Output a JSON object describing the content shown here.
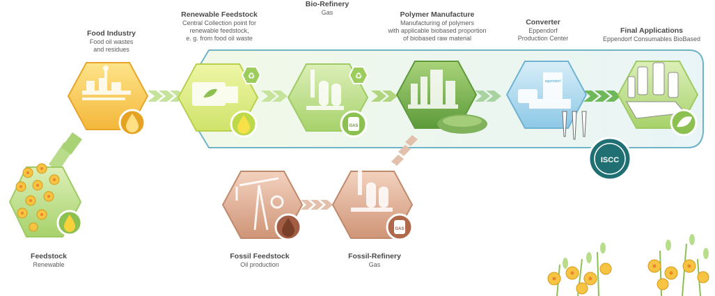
{
  "stages": {
    "feedstock": {
      "title": "Feedstock",
      "subtitle": "Renewable"
    },
    "food_industry": {
      "title": "Food Industry",
      "line1": "Food oil wastes",
      "line2": "and residues"
    },
    "renewable_feedstock": {
      "title": "Renewable Feedstock",
      "line1": "Central Collection point for",
      "line2": "renewable feedstock,",
      "line3": "e. g. from food oil waste"
    },
    "bio_refinery": {
      "title": "Bio-Refinery",
      "subtitle": "Gas"
    },
    "polymer_manufacture": {
      "title": "Polymer Manufacture",
      "line1": "Manufacturing of polymers",
      "line2": "with applicable biobased proportion",
      "line3": "of biobased raw material"
    },
    "converter": {
      "title": "Converter",
      "line1": "Eppendorf",
      "line2": "Production Center"
    },
    "final_applications": {
      "title": "Final Applications",
      "subtitle": "Eppendorf Consumables BioBased"
    },
    "fossil_feedstock": {
      "title": "Fossil Feedstock",
      "subtitle": "Oil production"
    },
    "fossil_refinery": {
      "title": "Fossil-Refinery",
      "subtitle": "Gas"
    }
  },
  "badges": {
    "gas": "GAS",
    "iscc": "ISCC",
    "eppendorf": "eppendorf"
  },
  "icons": [
    "oil-drop-icon",
    "recycle-icon",
    "gas-canister-icon",
    "leaf-icon",
    "oil-pump-icon",
    "flower-icon"
  ],
  "colors": {
    "green": "#8cc152",
    "orange": "#f6b93b",
    "blue": "#4aa3c6",
    "brown": "#b0694a",
    "teal": "#1f6f73"
  }
}
